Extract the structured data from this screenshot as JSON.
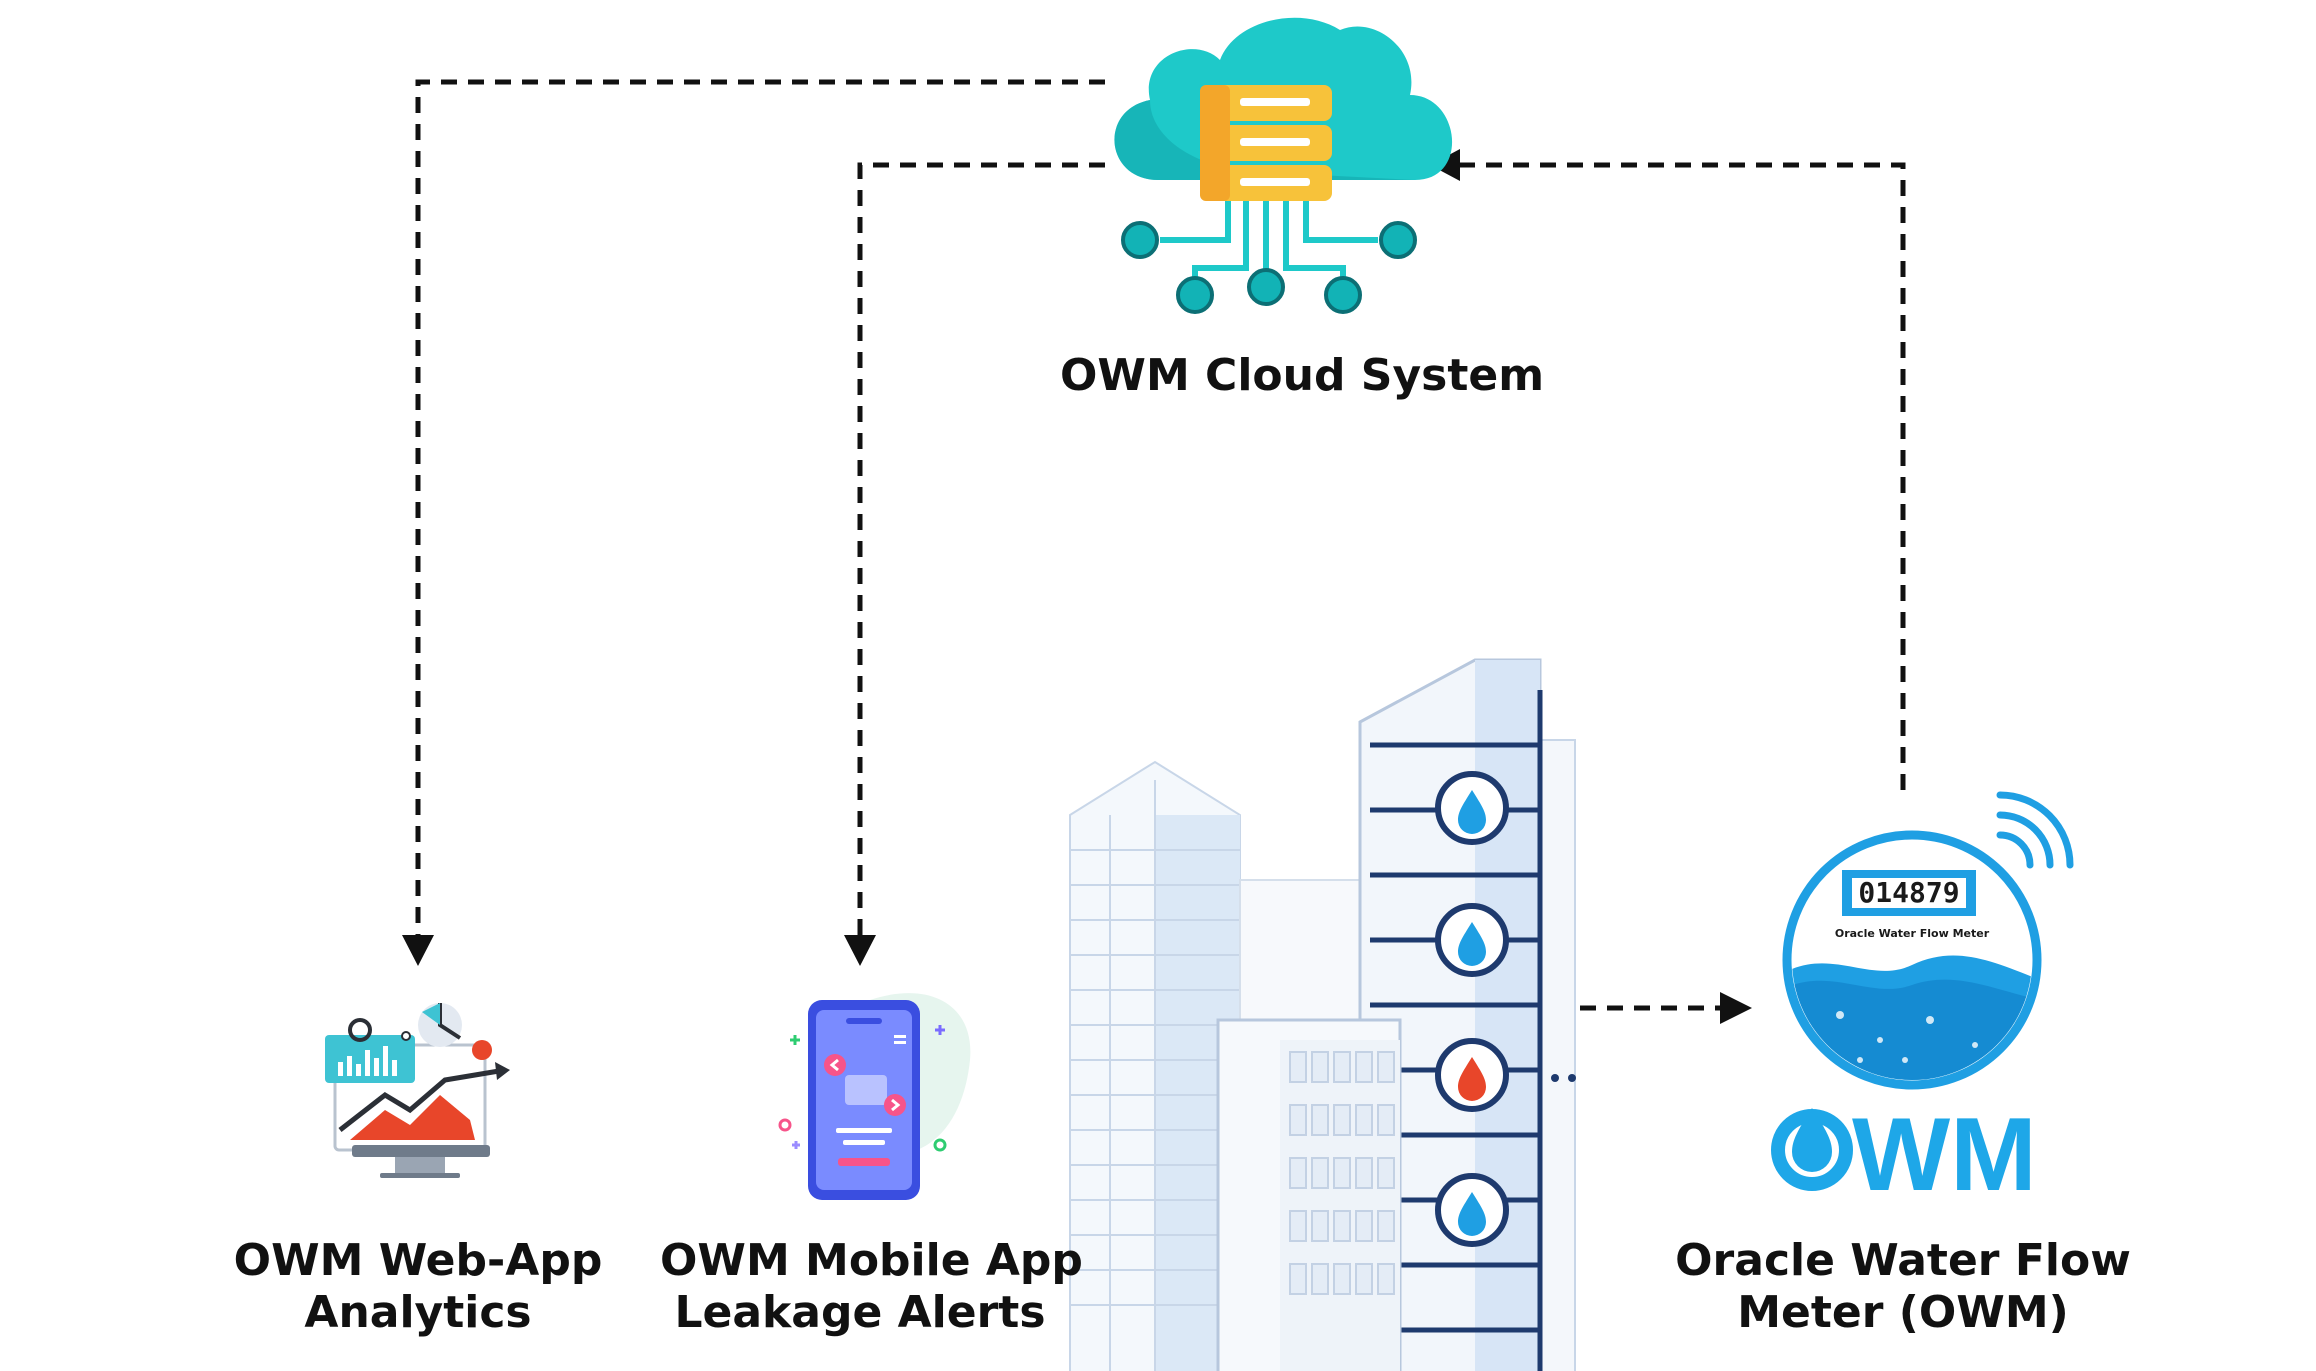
{
  "labels": {
    "cloud": "OWM Cloud System",
    "webapp_line1": "OWM Web-App",
    "webapp_line2": "Analytics",
    "mobile_line1": "OWM Mobile App",
    "mobile_line2": "Leakage Alerts",
    "meter_line1": "Oracle Water Flow",
    "meter_line2": "Meter (OWM)"
  },
  "meter": {
    "reading": "014879",
    "caption": "Oracle Water Flow Meter",
    "logo_text": "WM"
  },
  "colors": {
    "cloud_teal": "#1ec9c9",
    "server_yellow": "#f7c23a",
    "meter_blue": "#1f9fe3",
    "building_blue": "#1e3a6e",
    "arrow": "#111111",
    "chart_red": "#e8462a"
  },
  "icons": [
    "cloud-server-icon",
    "analytics-monitor-icon",
    "mobile-phone-icon",
    "building-icon",
    "water-meter-icon",
    "wifi-icon",
    "water-drop-icon"
  ]
}
